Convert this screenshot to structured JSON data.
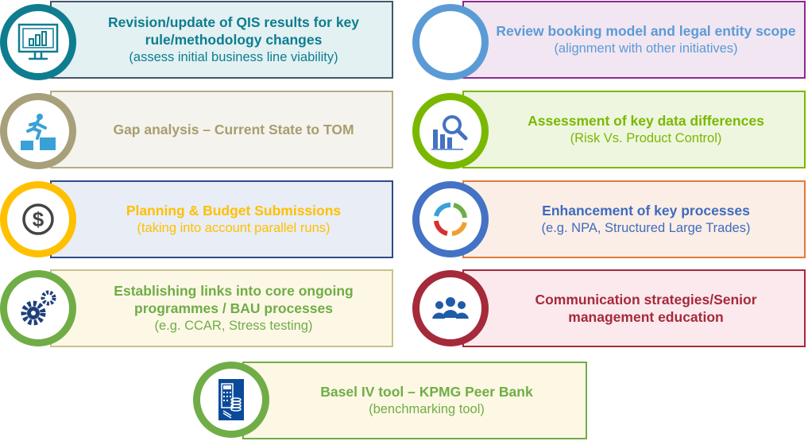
{
  "items": [
    {
      "title": "Revision/update of QIS results for key rule/methodology changes",
      "subtitle": "(assess initial business line viability)",
      "icon": "monitor-chart-icon",
      "circle": "#0e7d8f",
      "border": "#44546a",
      "bg": "#e3f1f3",
      "text": "#0e7d8f"
    },
    {
      "title": "Gap analysis – Current State to TOM",
      "subtitle": "",
      "icon": "runner-steps-icon",
      "circle": "#a8a07a",
      "border": "#b4ac88",
      "bg": "#f5f3ee",
      "text": "#a89d6e"
    },
    {
      "title": "Planning & Budget Submissions",
      "subtitle": "(taking into account parallel runs)",
      "icon": "dollar-icon",
      "circle": "#ffc000",
      "border": "#2f4a8a",
      "bg": "#e8edf6",
      "text": "#ffc000"
    },
    {
      "title": "Establishing links into core ongoing programmes / BAU processes",
      "subtitle": "(e.g. CCAR, Stress testing)",
      "icon": "gears-icon",
      "circle": "#70ad47",
      "border": "#c9c28a",
      "bg": "#fdf8e6",
      "text": "#70ad47"
    },
    {
      "title": "Review booking model and legal entity scope",
      "subtitle": "(alignment with other initiatives)",
      "icon": "blank-icon",
      "circle": "#5b9bd5",
      "border": "#8b2a8f",
      "bg": "#f2e6f2",
      "text": "#5b9bd5"
    },
    {
      "title": "Assessment of key data differences",
      "subtitle": "(Risk Vs. Product Control)",
      "icon": "chart-magnifier-icon",
      "circle": "#7ab800",
      "border": "#7ab800",
      "bg": "#eef6e0",
      "text": "#7ab800"
    },
    {
      "title": "Enhancement of key processes",
      "subtitle": "(e.g. NPA, Structured Large Trades)",
      "icon": "cycle-arrows-icon",
      "circle": "#4472c4",
      "border": "#e07b39",
      "bg": "#fbeee6",
      "text": "#3f6bbf"
    },
    {
      "title": "Communication strategies/Senior management education",
      "subtitle": "",
      "icon": "people-icon",
      "circle": "#a52a3a",
      "border": "#a52a3a",
      "bg": "#fbe9ee",
      "text": "#a52a3a"
    },
    {
      "title": "Basel IV tool – KPMG Peer Bank",
      "subtitle": "(benchmarking tool)",
      "icon": "calculator-coins-icon",
      "circle": "#70ad47",
      "border": "#70ad47",
      "bg": "#fdf8e3",
      "text": "#70ad47"
    }
  ]
}
